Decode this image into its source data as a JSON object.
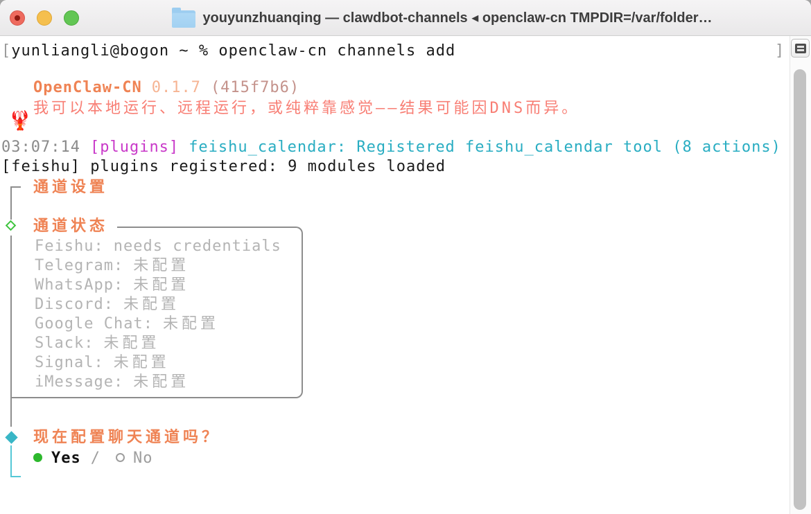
{
  "window": {
    "title": "youyunzhuanqing — clawdbot-channels ◂ openclaw-cn TMPDIR=/var/folder…"
  },
  "terminal": {
    "prompt": {
      "bracket_open": "[",
      "command": "yunliangli@bogon ~ % openclaw-cn channels add",
      "bracket_close": "]"
    },
    "brand": {
      "logo": "🦞",
      "name": "OpenClaw-CN",
      "version": "0.1.7",
      "build": "(415f7b6)",
      "tagline": "我可以本地运行、远程运行，或纯粹靠感觉——结果可能因DNS而异。"
    },
    "log": [
      {
        "time": "03:07:14",
        "tag": "[plugins]",
        "message": "feishu_calendar: Registered feishu_calendar tool (8 actions)"
      },
      {
        "message": "[feishu] plugins registered: 9 modules loaded"
      }
    ],
    "wizard": {
      "setup_title": "通道设置",
      "status_title": "通道状态",
      "channels": [
        {
          "name": "Feishu:",
          "status": "needs credentials"
        },
        {
          "name": "Telegram:",
          "status": "未配置"
        },
        {
          "name": "WhatsApp:",
          "status": "未配置"
        },
        {
          "name": "Discord:",
          "status": "未配置"
        },
        {
          "name": "Google Chat:",
          "status": "未配置"
        },
        {
          "name": "Slack:",
          "status": "未配置"
        },
        {
          "name": "Signal:",
          "status": "未配置"
        },
        {
          "name": "iMessage:",
          "status": "未配置"
        }
      ],
      "question": "现在配置聊天通道吗？",
      "options": {
        "yes": "Yes",
        "divider": "/",
        "no": "No"
      }
    }
  },
  "colors": {
    "accent_orange": "#ef8354",
    "version_peach": "#f6b493",
    "build_rose": "#c4928b",
    "tagline_coral": "#f87e74",
    "log_magenta": "#c939c9",
    "log_cyan": "#29adc2",
    "muted_gray": "#b4b4b4",
    "frame_gray": "#8d8d8d",
    "diamond_green": "#3ec43e",
    "diamond_teal": "#38b6c6",
    "yes_green": "#2db82d"
  }
}
